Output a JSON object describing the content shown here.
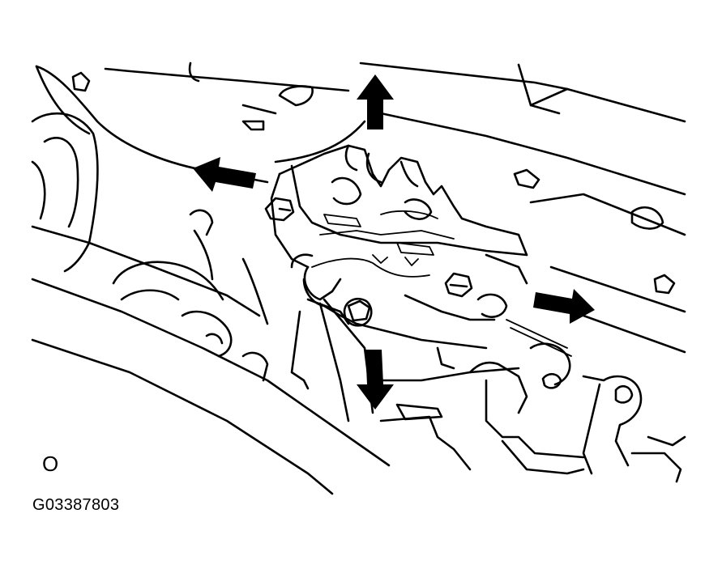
{
  "figure": {
    "code": "G03387803",
    "marker": "O",
    "colors": {
      "line": "#000000",
      "background": "#ffffff"
    },
    "arrows": [
      "up",
      "left",
      "right",
      "down"
    ]
  }
}
